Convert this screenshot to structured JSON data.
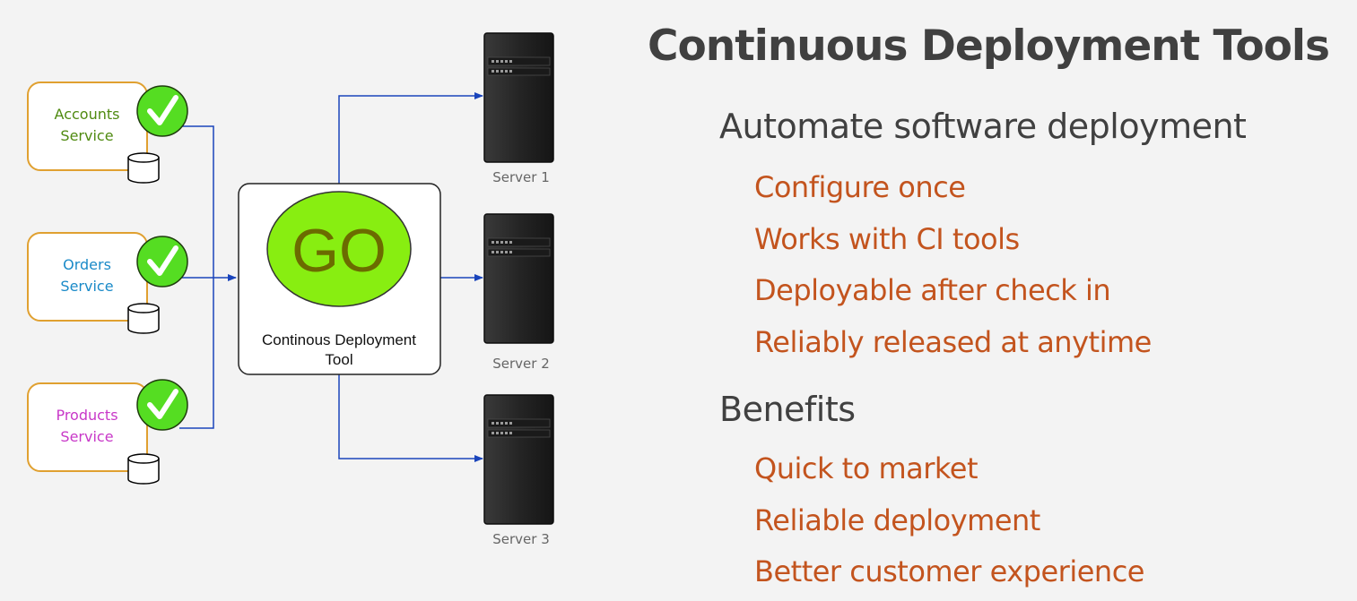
{
  "title": "Continuous Deployment Tools",
  "sections": [
    {
      "heading": "Automate software deployment",
      "items": [
        "Configure once",
        "Works with CI tools",
        "Deployable after check in",
        "Reliably released at anytime"
      ]
    },
    {
      "heading": "Benefits",
      "items": [
        "Quick to market",
        "Reliable deployment",
        "Better customer experience"
      ]
    }
  ],
  "diagram": {
    "services": [
      {
        "line1": "Accounts",
        "line2": "Service",
        "color": "#4f8a10"
      },
      {
        "line1": "Orders",
        "line2": "Service",
        "color": "#1a8ac8"
      },
      {
        "line1": "Products",
        "line2": "Service",
        "color": "#c838c8"
      }
    ],
    "tool": {
      "go": "GO",
      "line1": "Continous Deployment",
      "line2": "Tool"
    },
    "servers": [
      "Server 1",
      "Server 2",
      "Server 3"
    ],
    "colors": {
      "service_border": "#e0a030",
      "check_fill": "#55dd22",
      "go_fill": "#88ee11",
      "connector": "#1a44bb",
      "heading_text": "#404040",
      "item_text": "#c3541e"
    }
  }
}
